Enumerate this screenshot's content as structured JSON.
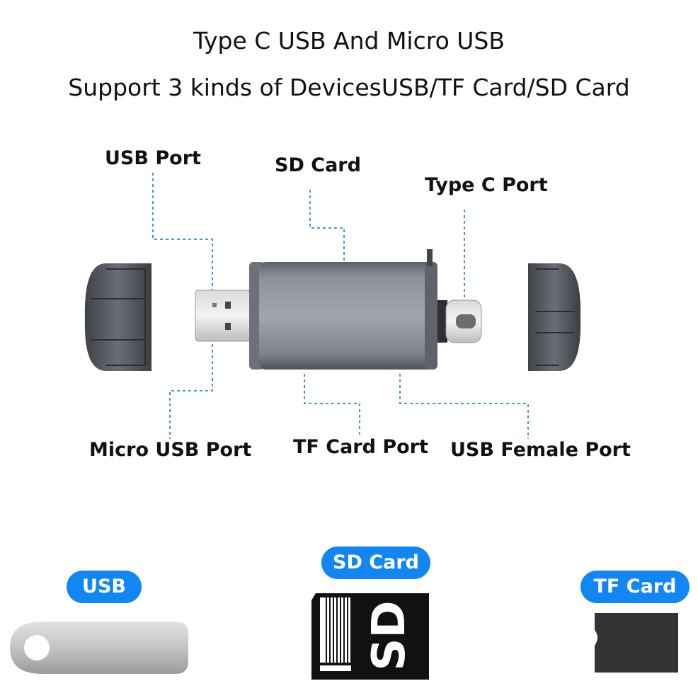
{
  "header": {
    "line1": "Type C USB And Micro USB",
    "line2": "Support 3 kinds of DevicesUSB/TF Card/SD Card"
  },
  "callouts": {
    "usb_port": "USB Port",
    "sd_card": "SD Card",
    "type_c_port": "Type C Port",
    "micro_usb_port": "Micro USB Port",
    "tf_card_port": "TF Card Port",
    "usb_female_port": "USB Female Port"
  },
  "devices": {
    "usb_label": "USB",
    "sd_label": "SD Card",
    "tf_label": "TF Card",
    "sd_card_print": "SD"
  },
  "colors": {
    "accent": "#1286f2",
    "leader_line": "#4a90e2",
    "body_gray": "#8a8f97"
  }
}
